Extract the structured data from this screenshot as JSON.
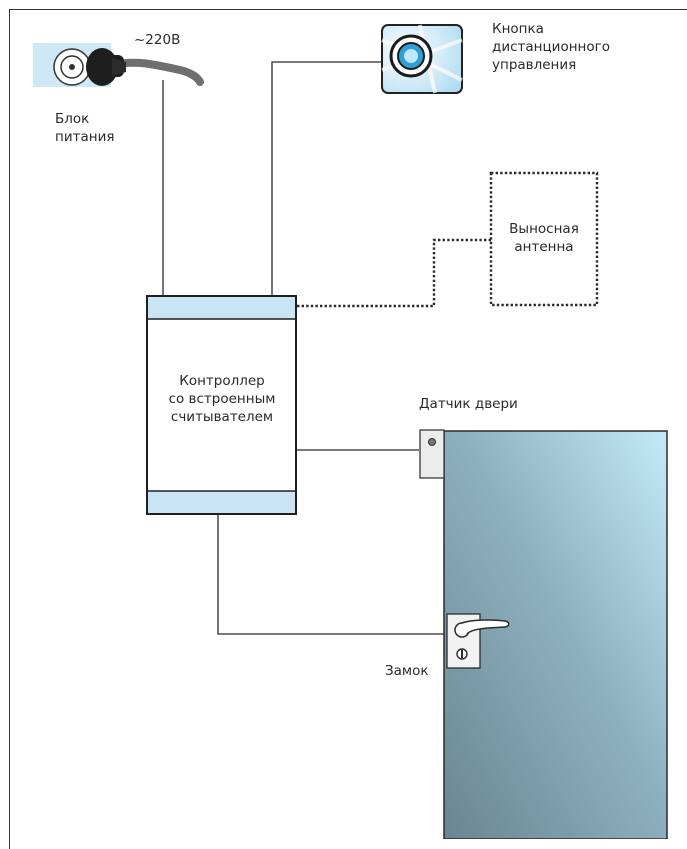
{
  "labels": {
    "voltage": "~220В",
    "power_unit": "Блок\nпитания",
    "remote_button": "Кнопка\nдистанционного\nуправления",
    "antenna": "Выносная\nантенна",
    "controller": "Контроллер\nсо встроенным\nсчитывателем",
    "door_sensor": "Датчик двери",
    "lock": "Замок"
  },
  "icons": {
    "power_outlet": "power-outlet-plug-icon",
    "remote_button": "push-button-icon",
    "door_sensor": "door-sensor-icon",
    "lock": "door-handle-lock-icon"
  },
  "colors": {
    "line": "#2b2b2b",
    "controller_band": "#c9e4f5",
    "door_light": "#bfe6f6",
    "door_dark": "#6d8793",
    "outlet_bg": "#cfe8f6"
  }
}
